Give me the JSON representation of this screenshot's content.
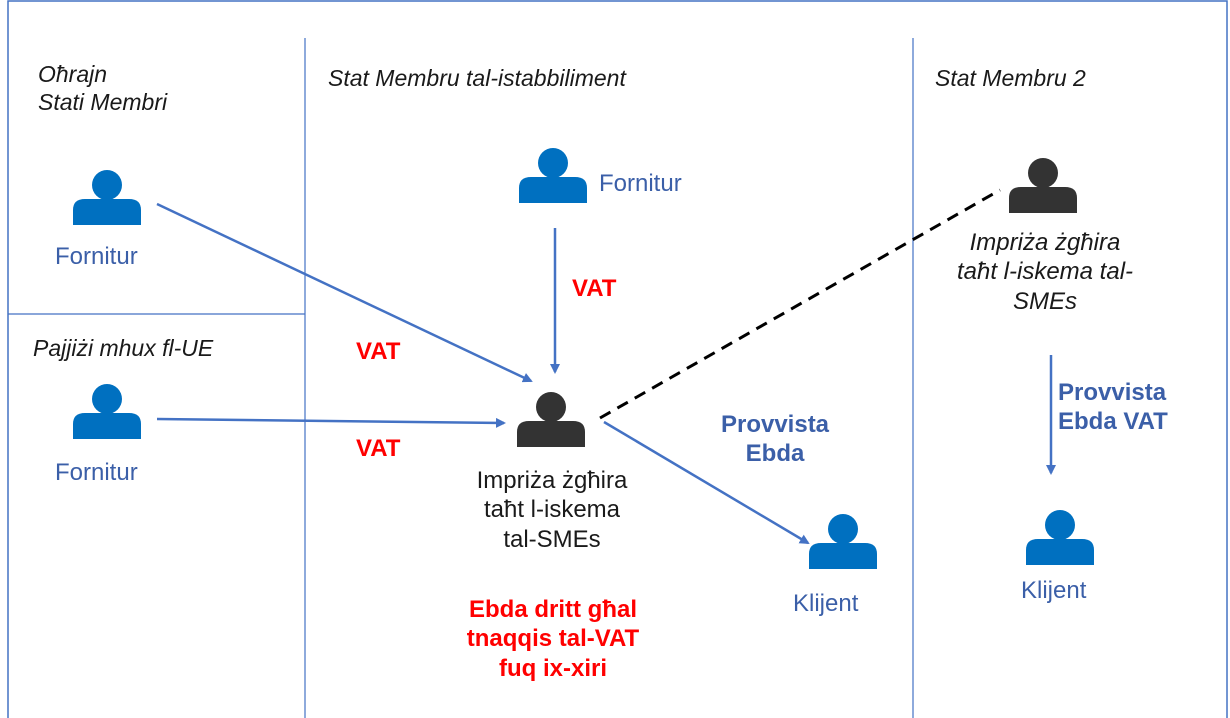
{
  "colors": {
    "person_blue": "#0070c0",
    "person_dark": "#333333",
    "arrow_blue": "#4472c4",
    "label_red": "#ff0000",
    "label_blue": "#3b5fa8",
    "divider": "#4472c4"
  },
  "regions": {
    "other_member_states": [
      "Oħrajn",
      "Stati Membri"
    ],
    "non_eu_persons": "Pajjiżi mhux fl-UE",
    "establishment_state": "Stat Membru tal-istabbiliment",
    "member_state_2": "Stat Membru 2"
  },
  "nodes": {
    "supplier_other_ms": {
      "label": "Fornitur",
      "icon": "person-icon"
    },
    "supplier_non_eu": {
      "label": "Fornitur",
      "icon": "person-icon"
    },
    "supplier_establishment": {
      "label": "Fornitur",
      "icon": "person-icon"
    },
    "small_enterprise_main": {
      "label": [
        "Impriża żgħira",
        "taħt l-iskema",
        "tal-SMEs"
      ],
      "icon": "person-icon"
    },
    "client_establishment": {
      "label": "Klijent",
      "icon": "person-icon"
    },
    "small_enterprise_ms2": {
      "label": [
        "Impriża żgħira",
        "taħt l-iskema tal-",
        "SMEs"
      ],
      "icon": "person-icon"
    },
    "client_ms2": {
      "label": "Klijent",
      "icon": "person-icon"
    }
  },
  "edges": {
    "vat_from_other_ms": "VAT",
    "vat_from_non_eu": "VAT",
    "vat_from_local_supplier": "VAT",
    "exempt_supply": [
      "Provvista",
      "Ebda"
    ],
    "exempt_supply_ms2": [
      "Provvista",
      "Ebda VAT"
    ]
  },
  "notes": {
    "no_deduction_right": [
      "Ebda dritt għal",
      "tnaqqis tal-VAT",
      "fuq ix-xiri"
    ]
  }
}
